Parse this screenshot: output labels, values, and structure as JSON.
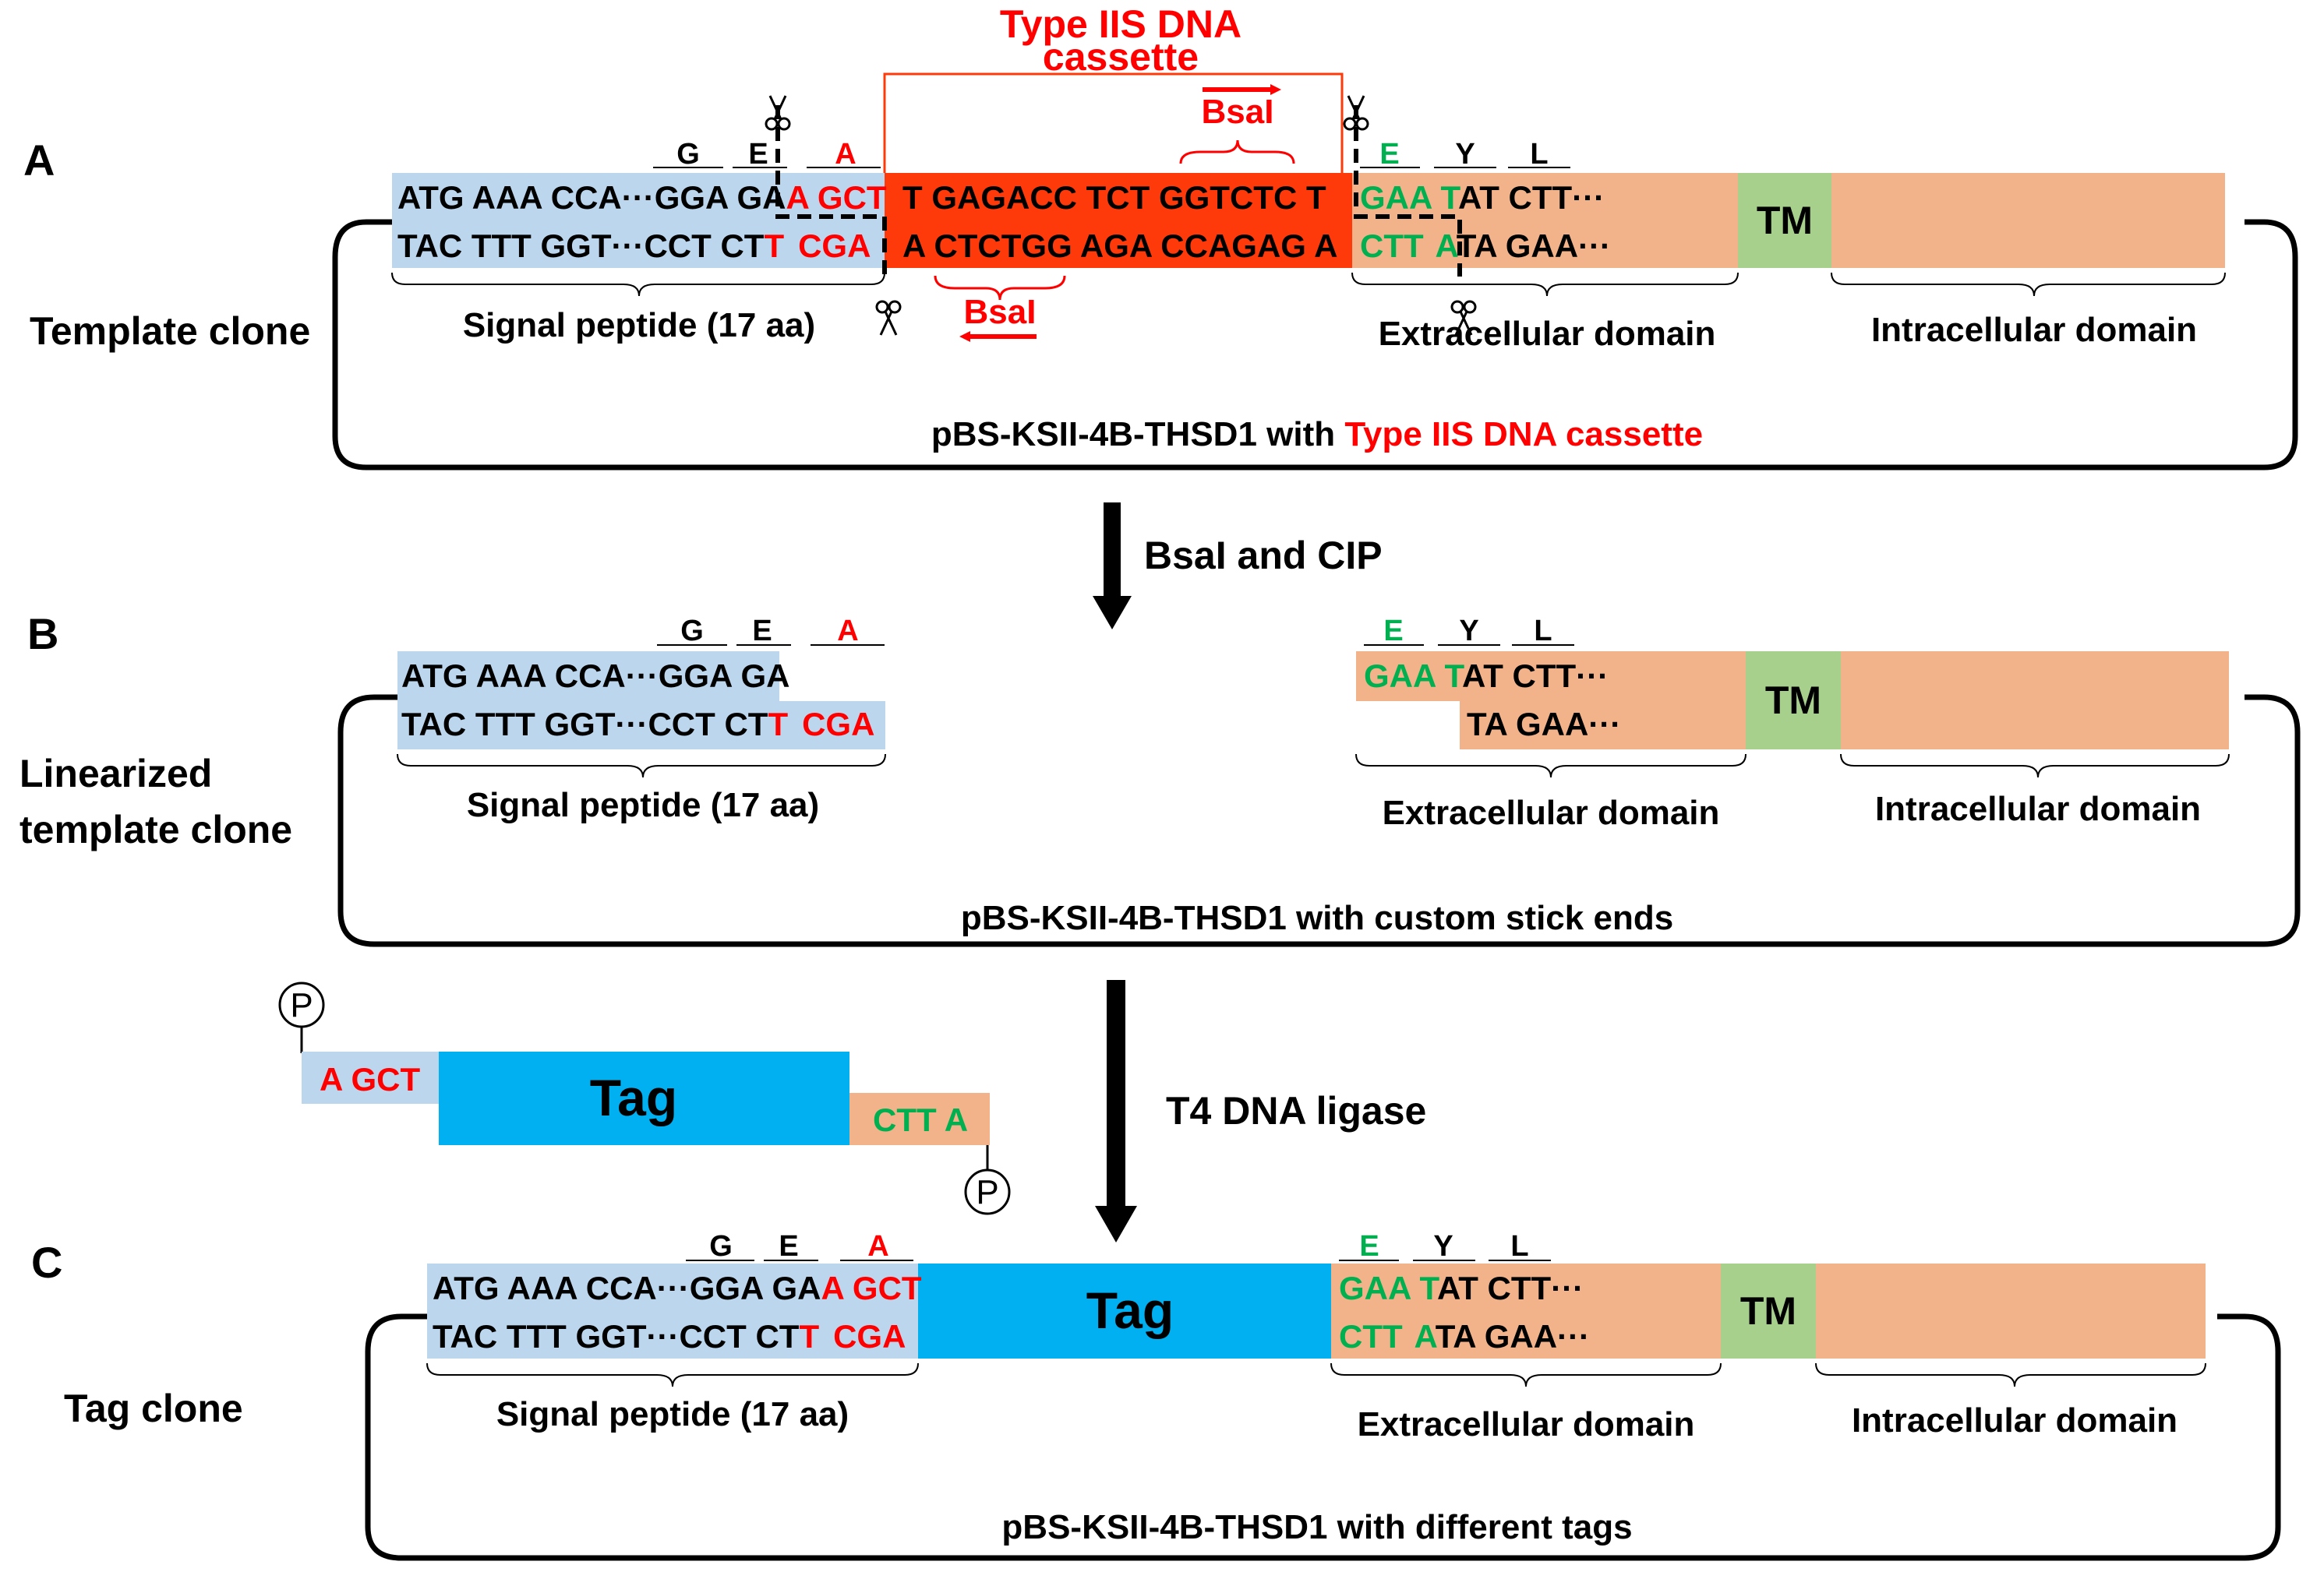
{
  "colors": {
    "signal": "#bcd6ee",
    "extra": "#f3b38a",
    "tm": "#a8d08d",
    "cassette": "#ff3a0a",
    "tag": "#00b0f0",
    "black": "#000000",
    "red": "#ff0000",
    "green": "#00b050"
  },
  "icons": [
    "scissors-icon",
    "phosphate-icon"
  ],
  "panelA": {
    "letter": "A",
    "side_label": "Template clone",
    "cassette_title_1": "Type IIS DNA",
    "cassette_title_2": "cassette",
    "bsal_top": "BsaI",
    "bsal_bottom": "BsaI",
    "aa_left": [
      "G",
      "E",
      "A"
    ],
    "aa_right": [
      "E",
      "Y",
      "L"
    ],
    "top_left_seq": "ATG AAA CCA···GGA GA",
    "top_left_red": "A GCT",
    "bot_left_seq": "TAC  TTT  GGT···CCT  CT",
    "bot_left_red1": "T",
    "bot_left_red2": "CGA",
    "cassette_top": "T  GAGACC  TCT  GGTCTC  T",
    "cassette_bot": "A  CTCTGG  AGA  CCAGAG  A",
    "top_right_green": "GAA T",
    "top_right_black": "AT  CTT···",
    "bot_right_green1": "CTT",
    "bot_right_green2": "A",
    "bot_right_black": "TA GAA···",
    "tm": "TM",
    "signal_label": "Signal peptide (17 aa)",
    "extra_label": "Extracellular domain",
    "intra_label": "Intracellular domain",
    "plasmid_label_black": "pBS-KSII-4B-THSD1 with ",
    "plasmid_label_red": "Type IIS DNA cassette"
  },
  "step1": "BsaI and CIP",
  "panelB": {
    "letter": "B",
    "side_label_1": "Linearized",
    "side_label_2": "template clone",
    "aa_left": [
      "G",
      "E",
      "A"
    ],
    "aa_right": [
      "E",
      "Y",
      "L"
    ],
    "top_left_seq": "ATG AAA CCA···GGA GA",
    "bot_left_seq": "TAC  TTT  GGT···CCT  CT",
    "bot_left_red1": "T",
    "bot_left_red2": "CGA",
    "top_right_green": "GAA T",
    "top_right_black": "AT  CTT···",
    "bot_right_black": "TA GAA···",
    "tm": "TM",
    "signal_label": "Signal peptide (17 aa)",
    "extra_label": "Extracellular domain",
    "intra_label": "Intracellular domain",
    "plasmid_label": "pBS-KSII-4B-THSD1 with custom stick ends"
  },
  "insert": {
    "phosphate": "P",
    "left_seq": "A GCT",
    "tag": "Tag",
    "right_seq": "CTT A"
  },
  "step2": "T4 DNA ligase",
  "panelC": {
    "letter": "C",
    "side_label": "Tag clone",
    "aa_left": [
      "G",
      "E",
      "A"
    ],
    "aa_right": [
      "E",
      "Y",
      "L"
    ],
    "top_left_seq": "ATG AAA CCA···GGA GA",
    "top_left_red": "A GCT",
    "bot_left_seq": "TAC  TTT  GGT···CCT  CT",
    "bot_left_red1": "T",
    "bot_left_red2": "CGA",
    "tag": "Tag",
    "top_right_green": "GAA T",
    "top_right_black": "AT  CTT···",
    "bot_right_green1": "CTT",
    "bot_right_green2": "A",
    "bot_right_black": "TA GAA···",
    "tm": "TM",
    "signal_label": "Signal peptide (17 aa)",
    "extra_label": "Extracellular domain",
    "intra_label": "Intracellular domain",
    "plasmid_label": "pBS-KSII-4B-THSD1 with different tags"
  }
}
